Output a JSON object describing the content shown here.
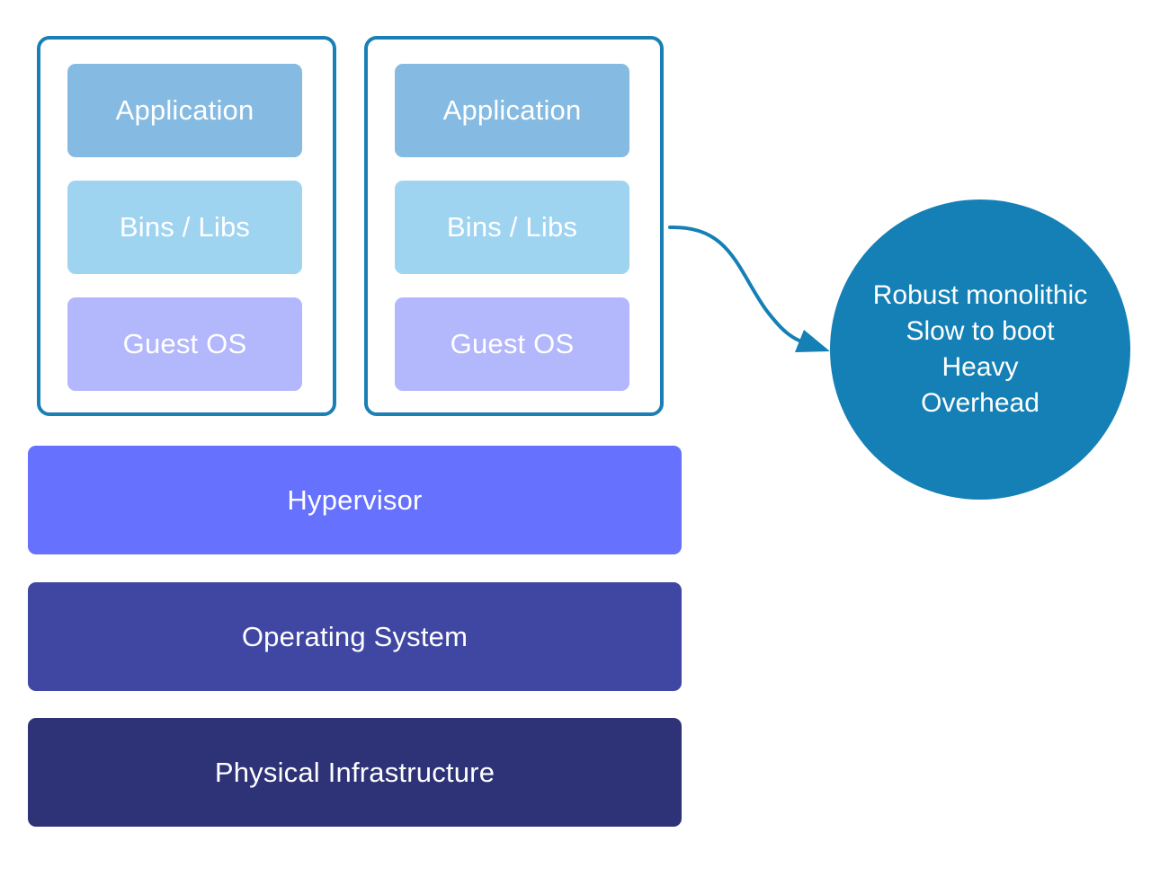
{
  "colors": {
    "frame_border": "#1a7fb5",
    "application": "#85bbe2",
    "bins_libs": "#9fd4f1",
    "guest_os": "#b3b7fc",
    "hypervisor": "#6671fe",
    "operating_system": "#3f47a2",
    "physical_infrastructure": "#2e3277",
    "callout": "#1580b6",
    "connector": "#1580b6"
  },
  "vms": [
    {
      "application": "Application",
      "bins_libs": "Bins / Libs",
      "guest_os": "Guest OS"
    },
    {
      "application": "Application",
      "bins_libs": "Bins / Libs",
      "guest_os": "Guest OS"
    }
  ],
  "stack": {
    "hypervisor": "Hypervisor",
    "operating_system": "Operating System",
    "physical_infrastructure": "Physical Infrastructure"
  },
  "callout": {
    "lines": [
      "Robust monolithic",
      "Slow to boot",
      "Heavy",
      "Overhead"
    ]
  }
}
